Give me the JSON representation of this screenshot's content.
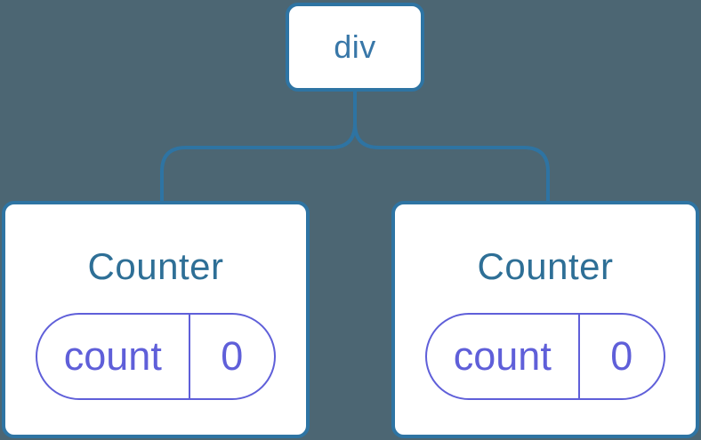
{
  "diagram": {
    "type": "component-tree",
    "background_color": "#4C6673",
    "node_border_color": "#2E74A3",
    "node_fill_color": "#FFFFFF",
    "root_text_color": "#3877A8",
    "component_text_color": "#2E6F96",
    "state_accent_color": "#5F5FD9"
  },
  "tree": {
    "root": {
      "label": "div"
    },
    "children": [
      {
        "label": "Counter",
        "state": {
          "key": "count",
          "value": "0"
        }
      },
      {
        "label": "Counter",
        "state": {
          "key": "count",
          "value": "0"
        }
      }
    ]
  }
}
